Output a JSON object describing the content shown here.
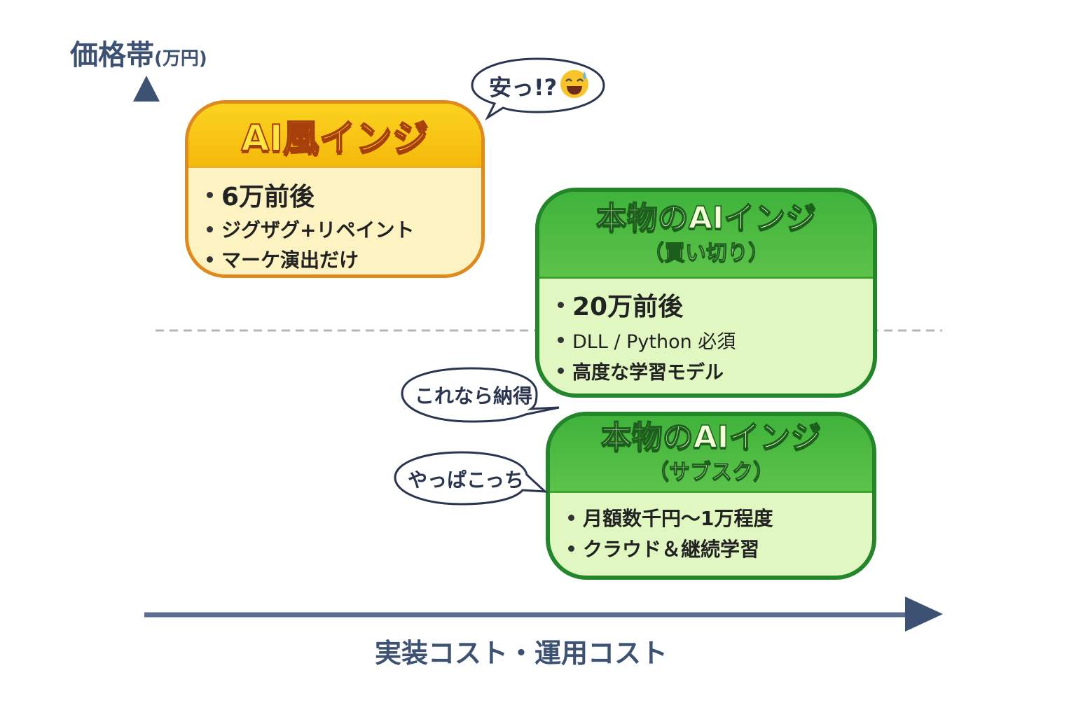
{
  "axes": {
    "y_title": "価格帯",
    "y_unit": "(万円)",
    "x_title": "実装コスト・運用コスト"
  },
  "boxes": [
    {
      "title": "AI風インジ",
      "subtitle": "",
      "items": [
        "6万前後",
        "ジグザグ+リペイント",
        "マーケ演出だけ"
      ],
      "color": "#f4b90c"
    },
    {
      "title": "本物のAIインジ",
      "subtitle": "（買い切り）",
      "items": [
        "20万前後",
        "DLL / Python 必須",
        "高度な学習モデル"
      ],
      "color": "#3fb33a"
    },
    {
      "title": "本物のAIインジ",
      "subtitle": "（サブスク）",
      "items": [
        "月額数千円〜1万程度",
        "クラウド＆継続学習"
      ],
      "color": "#3fb33a"
    }
  ],
  "bubbles": [
    "安っ!?",
    "これなら納得",
    "やっぱこっち"
  ],
  "colors": {
    "axis": "#3d5272",
    "dash": "#b5b5b5"
  }
}
